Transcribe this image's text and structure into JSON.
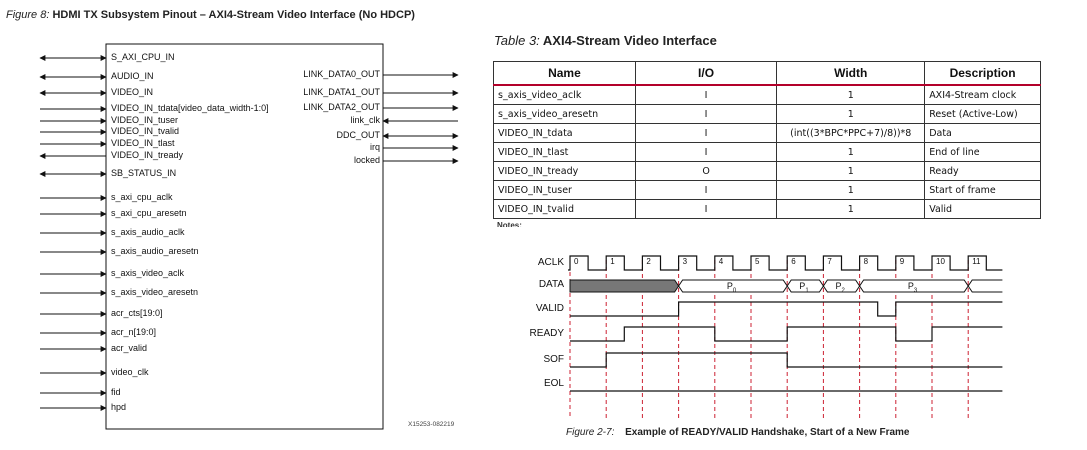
{
  "figure8": {
    "label": "Figure 8:",
    "title": "HDMI TX Subsystem Pinout – AXI4-Stream Video Interface (No HDCP)",
    "left_pins": [
      {
        "name": "S_AXI_CPU_IN",
        "dir": "bi"
      },
      {
        "name": "AUDIO_IN",
        "dir": "bi"
      },
      {
        "name": "VIDEO_IN",
        "dir": "bi"
      },
      {
        "name": "VIDEO_IN_tdata[video_data_width-1:0]",
        "dir": "in"
      },
      {
        "name": "VIDEO_IN_tuser",
        "dir": "in"
      },
      {
        "name": "VIDEO_IN_tvalid",
        "dir": "in"
      },
      {
        "name": "VIDEO_IN_tlast",
        "dir": "in"
      },
      {
        "name": "VIDEO_IN_tready",
        "dir": "out"
      },
      {
        "name": "SB_STATUS_IN",
        "dir": "bi"
      },
      {
        "name": "s_axi_cpu_aclk",
        "dir": "in"
      },
      {
        "name": "s_axi_cpu_aresetn",
        "dir": "in"
      },
      {
        "name": "s_axis_audio_aclk",
        "dir": "in"
      },
      {
        "name": "s_axis_audio_aresetn",
        "dir": "in"
      },
      {
        "name": "s_axis_video_aclk",
        "dir": "in"
      },
      {
        "name": "s_axis_video_aresetn",
        "dir": "in"
      },
      {
        "name": "acr_cts[19:0]",
        "dir": "in"
      },
      {
        "name": "acr_n[19:0]",
        "dir": "in"
      },
      {
        "name": "acr_valid",
        "dir": "in"
      },
      {
        "name": "video_clk",
        "dir": "in"
      },
      {
        "name": "fid",
        "dir": "in"
      },
      {
        "name": "hpd",
        "dir": "in"
      }
    ],
    "right_pins": [
      {
        "name": "LINK_DATA0_OUT",
        "dir": "out"
      },
      {
        "name": "LINK_DATA1_OUT",
        "dir": "out"
      },
      {
        "name": "LINK_DATA2_OUT",
        "dir": "out"
      },
      {
        "name": "link_clk",
        "dir": "in"
      },
      {
        "name": "DDC_OUT",
        "dir": "bi"
      },
      {
        "name": "irq",
        "dir": "out"
      },
      {
        "name": "locked",
        "dir": "out"
      }
    ],
    "ref_code": "X15253-082219"
  },
  "table3": {
    "label": "Table 3:",
    "title": "AXI4-Stream Video Interface",
    "headers": [
      "Name",
      "I/O",
      "Width",
      "Description"
    ],
    "rows": [
      [
        "s_axis_video_aclk",
        "I",
        "1",
        "AXI4-Stream clock"
      ],
      [
        "s_axis_video_aresetn",
        "I",
        "1",
        "Reset (Active-Low)"
      ],
      [
        "VIDEO_IN_tdata",
        "I",
        "(int((3*BPC*PPC+7)/8))*8",
        "Data"
      ],
      [
        "VIDEO_IN_tlast",
        "I",
        "1",
        "End of line"
      ],
      [
        "VIDEO_IN_tready",
        "O",
        "1",
        "Ready"
      ],
      [
        "VIDEO_IN_tuser",
        "I",
        "1",
        "Start of frame"
      ],
      [
        "VIDEO_IN_tvalid",
        "I",
        "1",
        "Valid"
      ]
    ],
    "notes_label": "Notes:"
  },
  "timing": {
    "signals": [
      "ACLK",
      "DATA",
      "VALID",
      "READY",
      "SOF",
      "EOL"
    ],
    "cycles": [
      "0",
      "1",
      "2",
      "3",
      "4",
      "5",
      "6",
      "7",
      "8",
      "9",
      "10",
      "11"
    ],
    "packets": [
      {
        "base": "P",
        "sub": "0"
      },
      {
        "base": "P",
        "sub": "1"
      },
      {
        "base": "P",
        "sub": "2"
      },
      {
        "base": "P",
        "sub": "3"
      }
    ],
    "caption_label": "Figure 2-7:",
    "caption": "Example of READY/VALID Handshake, Start of a New Frame"
  }
}
